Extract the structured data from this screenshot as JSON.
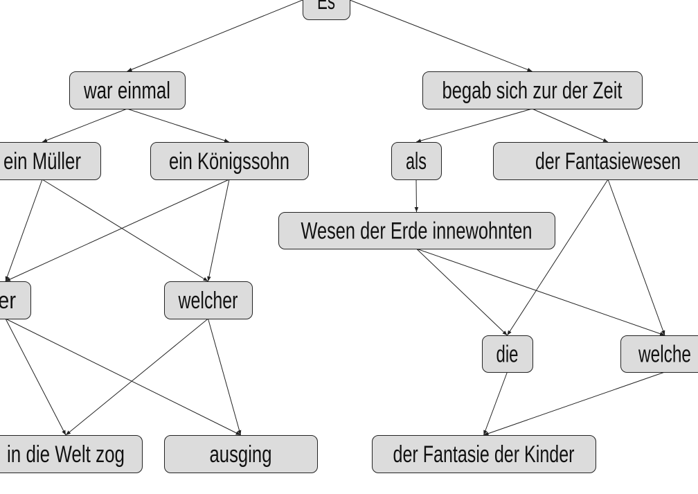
{
  "diagram": {
    "nodes": [
      {
        "id": "es",
        "label": "Es"
      },
      {
        "id": "war",
        "label": "war einmal"
      },
      {
        "id": "begab",
        "label": "begab sich zur der Zeit"
      },
      {
        "id": "mueller",
        "label": "ein Müller"
      },
      {
        "id": "koenig",
        "label": "ein Königssohn"
      },
      {
        "id": "als",
        "label": "als"
      },
      {
        "id": "fantasiewesen",
        "label": "der Fantasiewesen"
      },
      {
        "id": "wesen",
        "label": "Wesen der Erde innewohnten"
      },
      {
        "id": "der",
        "label": "der"
      },
      {
        "id": "welcher",
        "label": "welcher"
      },
      {
        "id": "die",
        "label": "die"
      },
      {
        "id": "welche",
        "label": "welche"
      },
      {
        "id": "welt",
        "label": "in die Welt zog"
      },
      {
        "id": "ausging",
        "label": "ausging"
      },
      {
        "id": "kinder",
        "label": "der Fantasie der Kinder"
      }
    ],
    "edges": [
      [
        "es",
        "war"
      ],
      [
        "es",
        "begab"
      ],
      [
        "war",
        "mueller"
      ],
      [
        "war",
        "koenig"
      ],
      [
        "begab",
        "als"
      ],
      [
        "begab",
        "fantasiewesen"
      ],
      [
        "als",
        "wesen"
      ],
      [
        "mueller",
        "der"
      ],
      [
        "mueller",
        "welcher"
      ],
      [
        "koenig",
        "der"
      ],
      [
        "koenig",
        "welcher"
      ],
      [
        "der",
        "welt"
      ],
      [
        "der",
        "ausging"
      ],
      [
        "welcher",
        "welt"
      ],
      [
        "welcher",
        "ausging"
      ],
      [
        "wesen",
        "die"
      ],
      [
        "wesen",
        "welche"
      ],
      [
        "fantasiewesen",
        "die"
      ],
      [
        "fantasiewesen",
        "welche"
      ],
      [
        "die",
        "kinder"
      ],
      [
        "welche",
        "kinder"
      ]
    ]
  }
}
